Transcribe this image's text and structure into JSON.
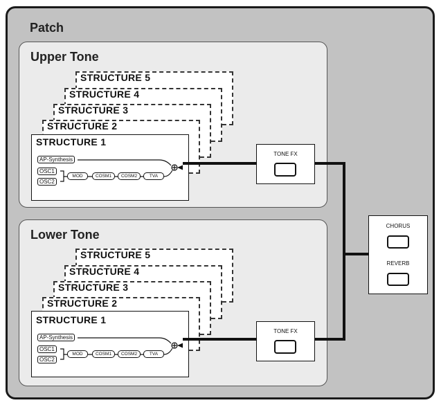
{
  "patch": {
    "title": "Patch"
  },
  "upper": {
    "title": "Upper Tone",
    "structures": [
      "STRUCTURE 5",
      "STRUCTURE 4",
      "STRUCTURE 3",
      "STRUCTURE 2",
      "STRUCTURE 1"
    ],
    "ap_synthesis": "AP-Synthesis",
    "osc1": "OSC1",
    "osc2": "OSC2",
    "chain": [
      "MOD",
      "COSM1",
      "COSM2",
      "TVA"
    ],
    "fx_label": "TONE FX"
  },
  "lower": {
    "title": "Lower Tone",
    "structures": [
      "STRUCTURE 5",
      "STRUCTURE 4",
      "STRUCTURE 3",
      "STRUCTURE 2",
      "STRUCTURE 1"
    ],
    "ap_synthesis": "AP-Synthesis",
    "osc1": "OSC1",
    "osc2": "OSC2",
    "chain": [
      "MOD",
      "COSM1",
      "COSM2",
      "TVA"
    ],
    "fx_label": "TONE FX"
  },
  "effects": {
    "chorus_label": "CHORUS",
    "reverb_label": "REVERB"
  }
}
